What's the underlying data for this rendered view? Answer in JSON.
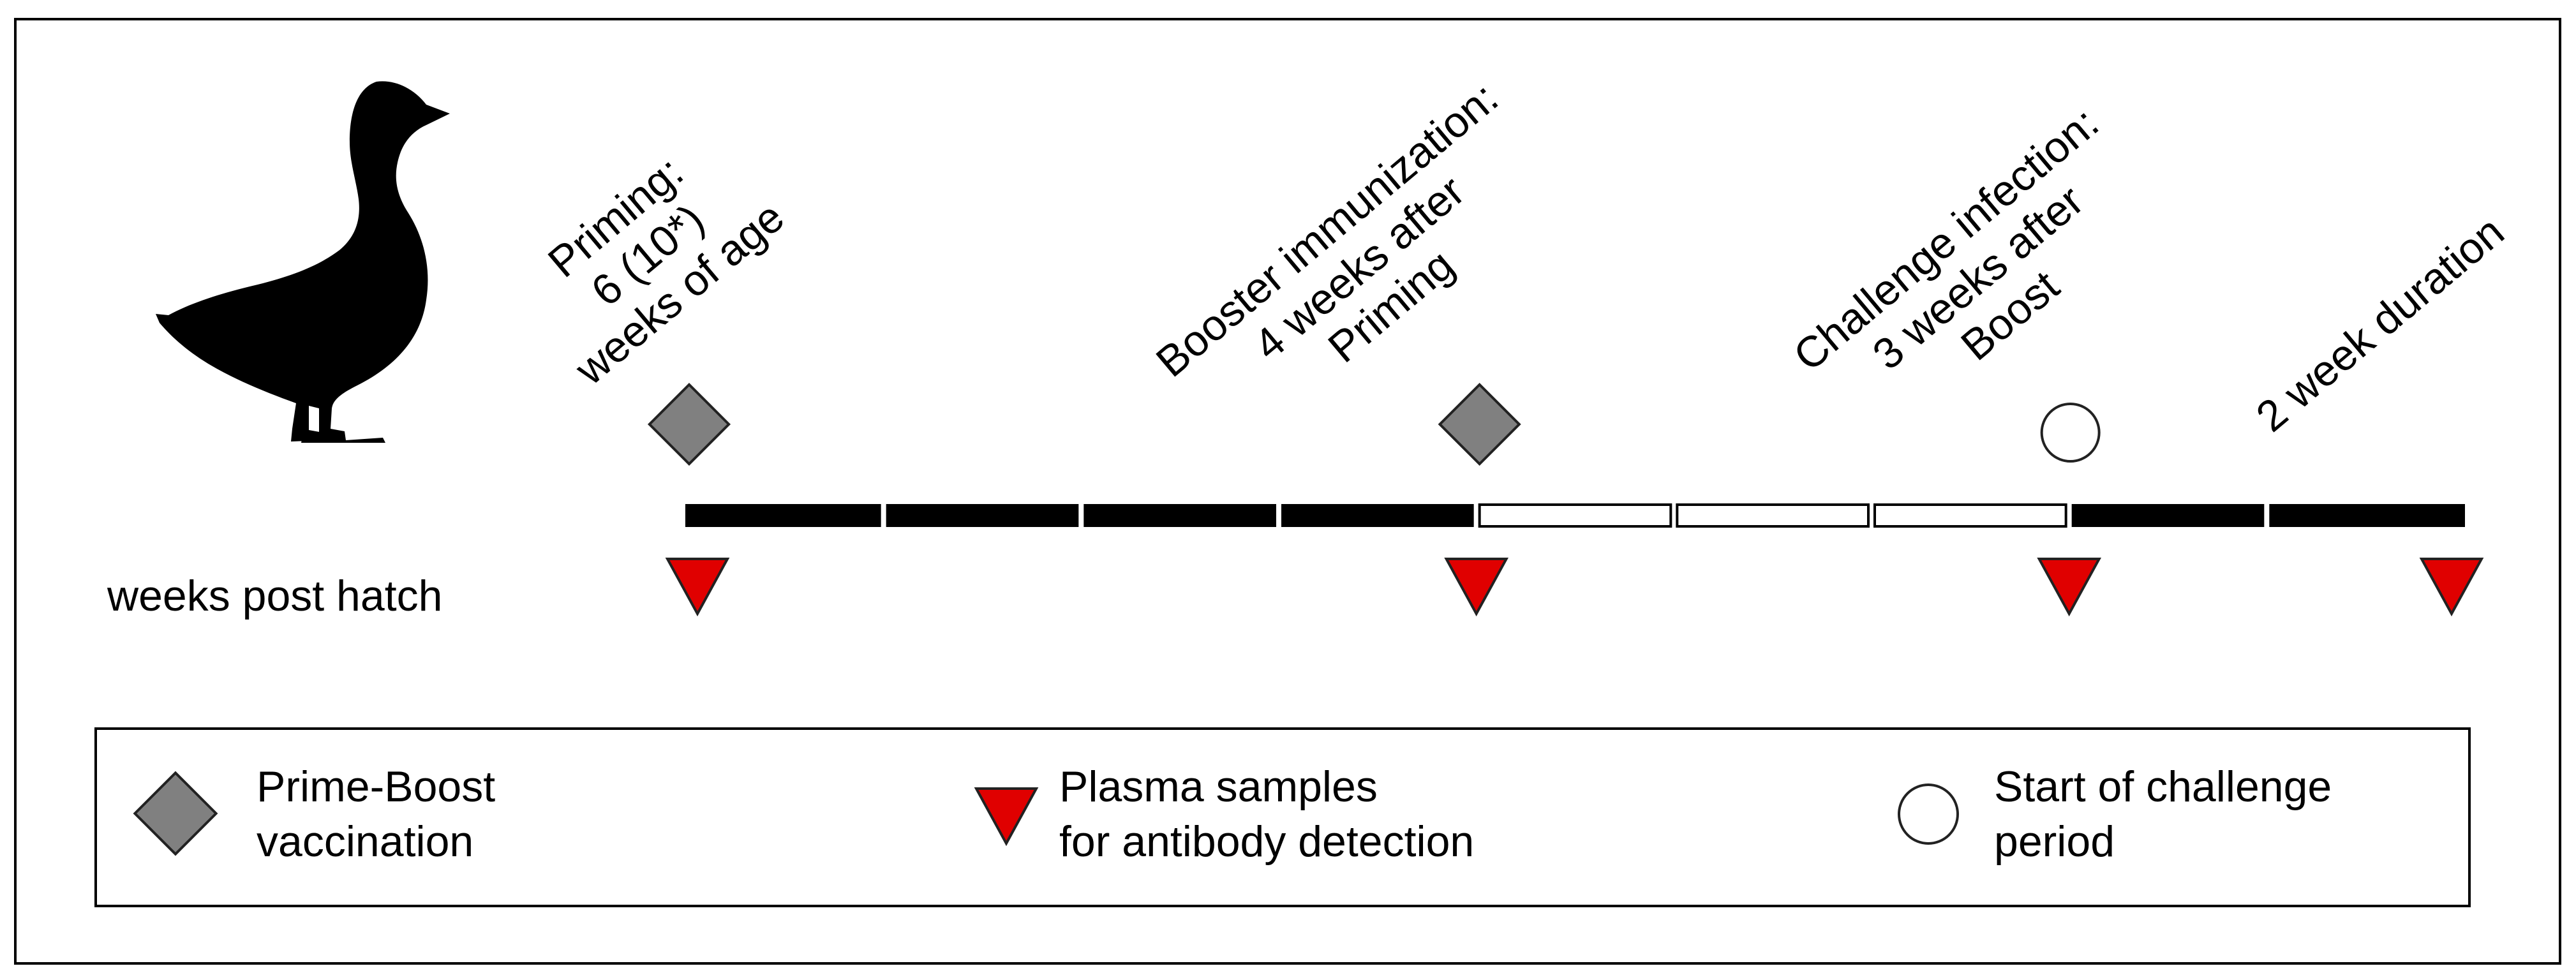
{
  "figure": {
    "axis_label": "weeks post hatch",
    "annotations": {
      "priming": {
        "lines": [
          "Priming:",
          "6 (10*)",
          "weeks of age"
        ]
      },
      "booster": {
        "lines": [
          "Booster immunization:",
          "4 weeks after",
          "Priming"
        ]
      },
      "challenge": {
        "lines": [
          "Challenge infection:",
          "3 weeks after",
          "Boost"
        ]
      },
      "duration": {
        "lines": [
          "2 week duration"
        ]
      }
    },
    "timeline": {
      "segments": [
        {
          "style": "filled"
        },
        {
          "style": "filled"
        },
        {
          "style": "filled"
        },
        {
          "style": "filled"
        },
        {
          "style": "hollow"
        },
        {
          "style": "hollow"
        },
        {
          "style": "hollow"
        },
        {
          "style": "filled"
        },
        {
          "style": "filled"
        }
      ],
      "vaccination_after_segments": [
        0,
        4
      ],
      "challenge_start_after_segments": 7,
      "plasma_sample_after_segments": [
        0,
        4,
        7,
        9
      ]
    },
    "legend": {
      "vaccination": {
        "lines": [
          "Prime-Boost",
          "vaccination"
        ],
        "icon": "diamond-icon"
      },
      "plasma": {
        "lines": [
          "Plasma samples",
          "for antibody detection"
        ],
        "icon": "red-triangle-icon"
      },
      "challenge": {
        "lines": [
          "Start of challenge",
          "period"
        ],
        "icon": "circle-icon"
      }
    },
    "colors": {
      "vaccination_fill": "#808080",
      "plasma_fill": "#e00000",
      "filled_segment": "#000000",
      "hollow_segment": "#ffffff",
      "border": "#000000",
      "goose": "#000000"
    }
  }
}
